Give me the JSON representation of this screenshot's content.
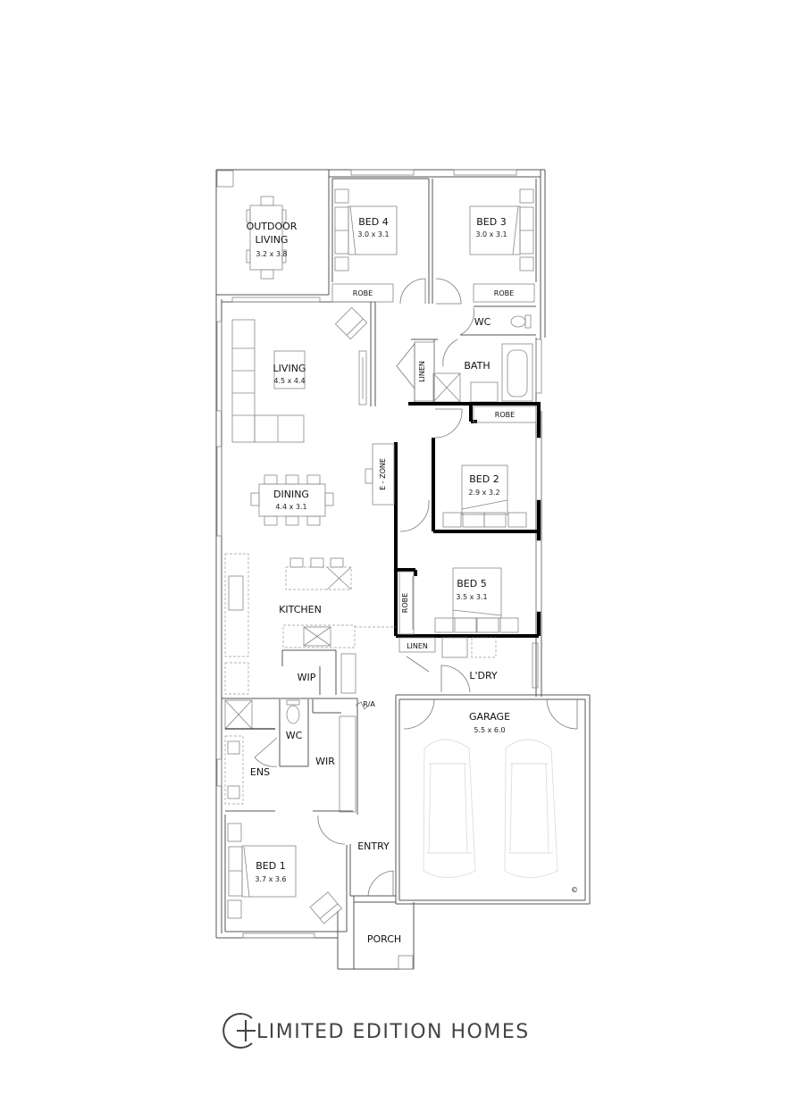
{
  "plan": {
    "rooms": [
      {
        "id": "outdoor-living",
        "name_line1": "OUTDOOR",
        "name_line2": "LIVING",
        "size": "3.2 x 3.8"
      },
      {
        "id": "bed4",
        "name": "BED 4",
        "size": "3.0 x 3.1"
      },
      {
        "id": "bed3",
        "name": "BED 3",
        "size": "3.0 x 3.1"
      },
      {
        "id": "living",
        "name": "LIVING",
        "size": "4.5 x 4.4"
      },
      {
        "id": "dining",
        "name": "DINING",
        "size": "4.4 x 3.1"
      },
      {
        "id": "bed2",
        "name": "BED 2",
        "size": "2.9 x 3.2"
      },
      {
        "id": "bed5",
        "name": "BED 5",
        "size": "3.5 x 3.1"
      },
      {
        "id": "kitchen",
        "name": "KITCHEN"
      },
      {
        "id": "garage",
        "name": "GARAGE",
        "size": "5.5 x 6.0"
      },
      {
        "id": "bed1",
        "name": "BED 1",
        "size": "3.7 x 3.6"
      }
    ],
    "labels": {
      "robe_bed4": "ROBE",
      "robe_bed3": "ROBE",
      "robe_bed2": "ROBE",
      "robe_bed5": "ROBE",
      "wc_upper": "WC",
      "bath": "BATH",
      "linen_upper": "LINEN",
      "ezone": "E - ZONE",
      "linen_lower": "LINEN",
      "laundry": "L'DRY",
      "wip": "WIP",
      "wc_lower": "WC",
      "ens": "ENS",
      "wir": "WIR",
      "ra": "R/A",
      "entry": "ENTRY",
      "porch": "PORCH",
      "copyright": "©"
    }
  },
  "brand": {
    "name": "LIMITED EDITION HOMES"
  },
  "colors": {
    "wall": "#555555",
    "thick_wall": "#000000",
    "logo": "#444444"
  }
}
